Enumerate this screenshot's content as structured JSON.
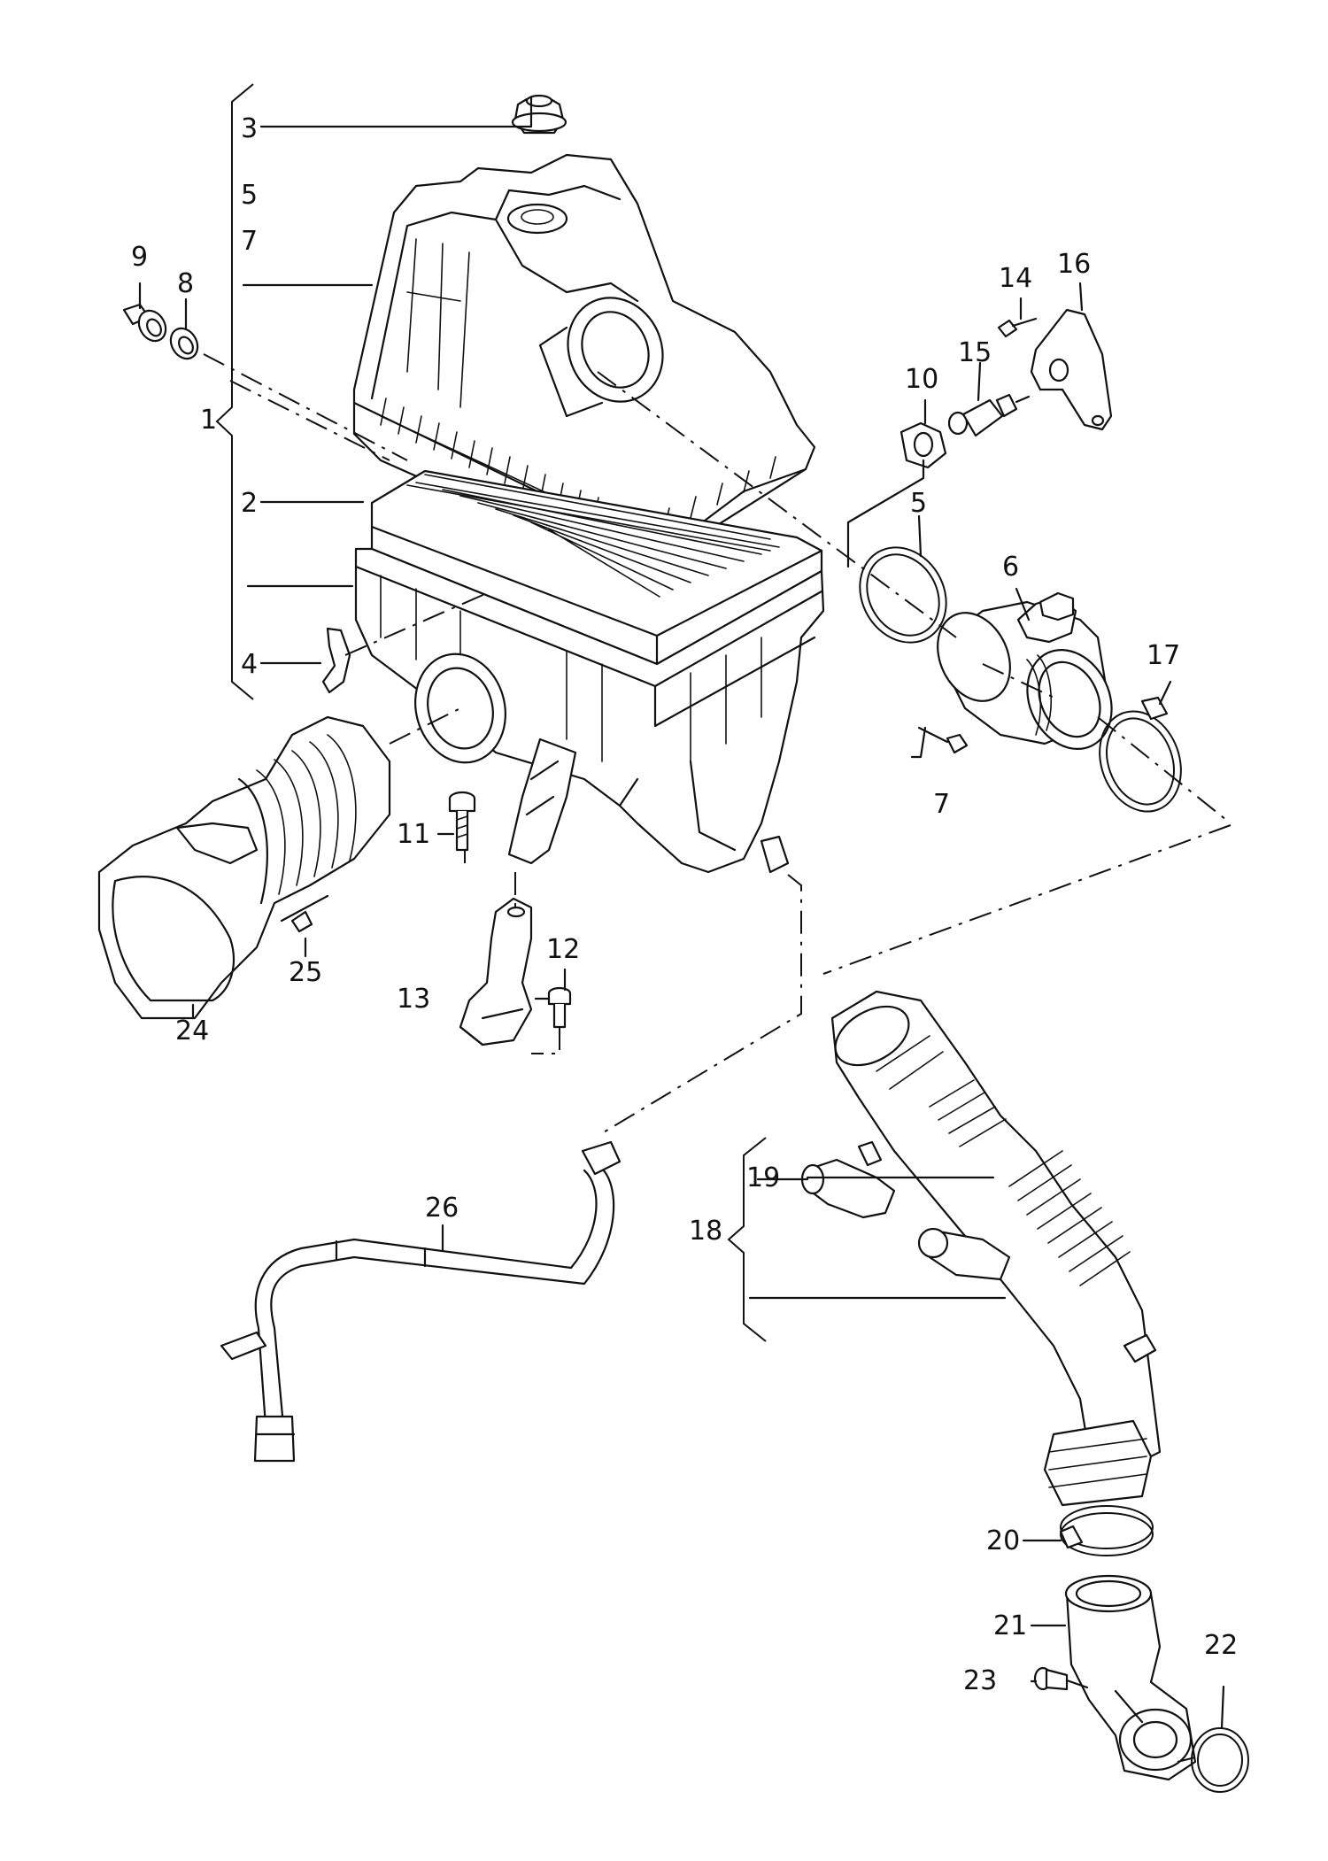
{
  "callouts": [
    {
      "id": "c1",
      "text": "1"
    },
    {
      "id": "c2",
      "text": "2"
    },
    {
      "id": "c3",
      "text": "3"
    },
    {
      "id": "c4",
      "text": "4"
    },
    {
      "id": "c5a",
      "text": "5"
    },
    {
      "id": "c5b",
      "text": "5"
    },
    {
      "id": "c6",
      "text": "6"
    },
    {
      "id": "c7a",
      "text": "7"
    },
    {
      "id": "c7b",
      "text": "7"
    },
    {
      "id": "c8",
      "text": "8"
    },
    {
      "id": "c9",
      "text": "9"
    },
    {
      "id": "c10",
      "text": "10"
    },
    {
      "id": "c11",
      "text": "11"
    },
    {
      "id": "c12",
      "text": "12"
    },
    {
      "id": "c13",
      "text": "13"
    },
    {
      "id": "c14",
      "text": "14"
    },
    {
      "id": "c15",
      "text": "15"
    },
    {
      "id": "c16",
      "text": "16"
    },
    {
      "id": "c17",
      "text": "17"
    },
    {
      "id": "c18",
      "text": "18"
    },
    {
      "id": "c19",
      "text": "19"
    },
    {
      "id": "c20",
      "text": "20"
    },
    {
      "id": "c21",
      "text": "21"
    },
    {
      "id": "c22",
      "text": "22"
    },
    {
      "id": "c23",
      "text": "23"
    },
    {
      "id": "c24",
      "text": "24"
    },
    {
      "id": "c25",
      "text": "25"
    },
    {
      "id": "c26",
      "text": "26"
    }
  ]
}
